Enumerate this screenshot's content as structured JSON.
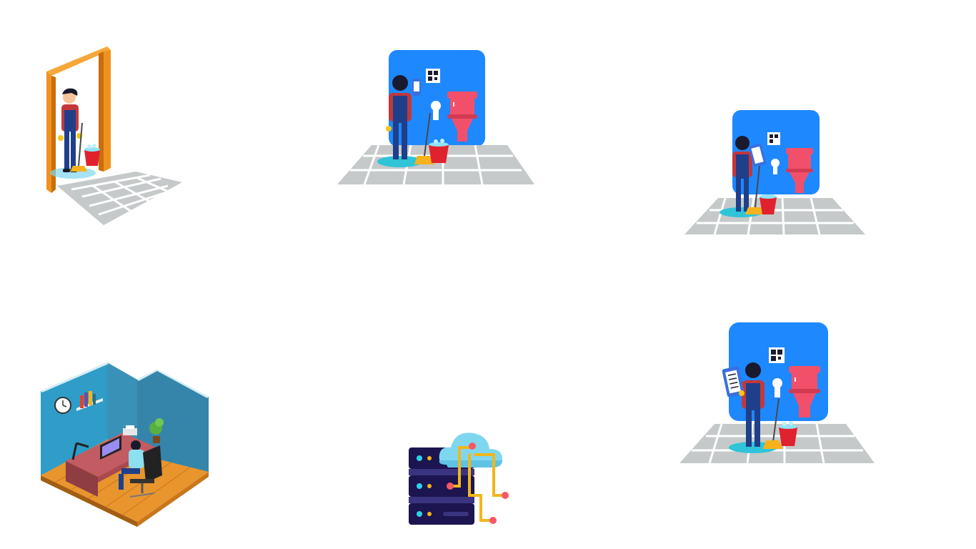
{
  "page": {
    "background": "#ffffff"
  },
  "illustrations": [
    {
      "name": "cleaner-at-door",
      "icon": "cleaner-doorway-icon"
    },
    {
      "name": "cleaner-scanning-qr-1",
      "icon": "qr-scan-restroom-icon"
    },
    {
      "name": "cleaner-scanning-qr-2",
      "icon": "qr-scan-restroom-icon"
    },
    {
      "name": "office-workspace",
      "icon": "isometric-office-icon"
    },
    {
      "name": "cloud-server",
      "icon": "cloud-server-icon"
    },
    {
      "name": "cleaner-checklist",
      "icon": "checklist-restroom-icon"
    }
  ],
  "colors": {
    "panel_blue": "#1e88ff",
    "toilet_pink": "#f2506a",
    "tile_gray": "#c5c9c9",
    "uniform_navy": "#1f3f8a",
    "shirt_red": "#c2383a",
    "door_orange": "#f0921e",
    "bucket_red": "#e0222e",
    "mop_yellow": "#f5b21b",
    "wall_teal": "#3a91b8",
    "floor_wood": "#e8952e",
    "server_navy": "#1c1550",
    "cloud_sky": "#7fd7ef",
    "wire_yellow": "#f2b61a",
    "node_coral": "#f65865"
  }
}
